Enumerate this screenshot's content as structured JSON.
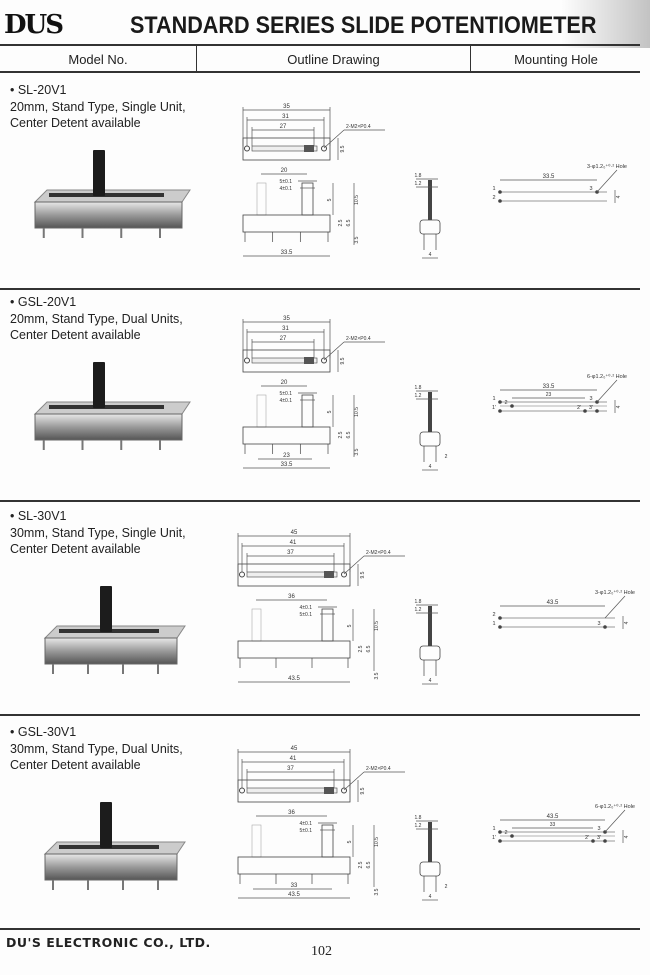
{
  "header": {
    "logo": "DUS",
    "title": "STANDARD SERIES SLIDE POTENTIOMETER"
  },
  "columns": [
    "Model No.",
    "Outline Drawing",
    "Mounting Hole"
  ],
  "sections": [
    {
      "model": "SL-20V1",
      "lines": [
        "20mm, Stand Type, Single Unit,",
        "Center Detent available"
      ],
      "size": "20",
      "dual": false,
      "dims": {
        "top": [
          "35",
          "31",
          "27"
        ],
        "screw": "2-M2×P0.4",
        "h": "9.5",
        "travel": "20",
        "w5": "5±0.1",
        "w4": "4±0.1",
        "knob": "5",
        "tot": "10.5",
        "body": "6.5",
        "base": "2.5",
        "pin": "3.5",
        "len": "33.5",
        "len2": "",
        "s1": "1.8",
        "s2": "1.2",
        "sw": "4",
        "sw2": "",
        "mlen": "33.5",
        "mlen2": "",
        "hole": "3-φ1.2₀⁺⁰·² Hole",
        "mh": "4",
        "pins": [
          "1",
          "2",
          "3"
        ]
      }
    },
    {
      "model": "GSL-20V1",
      "lines": [
        "20mm, Stand Type, Dual Units,",
        "Center Detent available"
      ],
      "size": "20",
      "dual": true,
      "dims": {
        "top": [
          "35",
          "31",
          "27"
        ],
        "screw": "2-M2×P0.4",
        "h": "9.5",
        "travel": "20",
        "w5": "5±0.1",
        "w4": "4±0.1",
        "knob": "5",
        "tot": "10.5",
        "body": "6.5",
        "base": "2.5",
        "pin": "3.5",
        "len": "33.5",
        "len2": "23",
        "s1": "1.8",
        "s2": "1.2",
        "sw": "4",
        "sw2": "2",
        "mlen": "33.5",
        "mlen2": "23",
        "hole": "6-φ1.2₀⁺⁰·² Hole",
        "mh": "4",
        "pins": [
          "1",
          "2",
          "3",
          "1'",
          "2'",
          "3'"
        ]
      }
    },
    {
      "model": "SL-30V1",
      "lines": [
        "30mm, Stand Type, Single Unit,",
        "Center Detent available"
      ],
      "size": "30",
      "dual": false,
      "dims": {
        "top": [
          "45",
          "41",
          "37"
        ],
        "screw": "2-M2×P0.4",
        "h": "9.5",
        "travel": "36",
        "w5": "5±0.1",
        "w4": "4±0.1",
        "knob": "5",
        "tot": "10.5",
        "body": "6.5",
        "base": "2.5",
        "pin": "3.5",
        "len": "43.5",
        "len2": "",
        "s1": "1.8",
        "s2": "1.2",
        "sw": "4",
        "sw2": "",
        "mlen": "43.5",
        "mlen2": "",
        "hole": "3-φ1.2₀⁺⁰·² Hole",
        "mh": "4",
        "pins": [
          "2",
          "1",
          "3"
        ]
      }
    },
    {
      "model": "GSL-30V1",
      "lines": [
        "30mm, Stand Type, Dual Units,",
        "Center Detent available"
      ],
      "size": "30",
      "dual": true,
      "dims": {
        "top": [
          "45",
          "41",
          "37"
        ],
        "screw": "2-M2×P0.4",
        "h": "9.5",
        "travel": "36",
        "w5": "5±0.1",
        "w4": "4±0.1",
        "knob": "5",
        "tot": "10.5",
        "body": "6.5",
        "base": "2.5",
        "pin": "3.5",
        "len": "43.5",
        "len2": "33",
        "s1": "1.8",
        "s2": "1.2",
        "sw": "4",
        "sw2": "2",
        "mlen": "43.5",
        "mlen2": "33",
        "hole": "6-φ1.2₀⁺⁰·² Hole",
        "mh": "4",
        "pins": [
          "1",
          "2",
          "3",
          "1'",
          "2'",
          "3'"
        ]
      }
    }
  ],
  "footer": {
    "company": "DU'S ELECTRONIC CO., LTD.",
    "page": "102"
  }
}
